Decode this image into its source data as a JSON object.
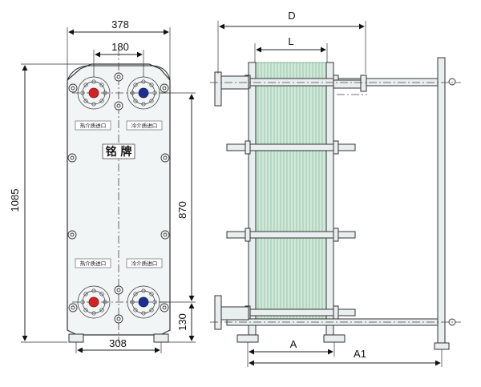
{
  "front_view": {
    "dimensions": {
      "overall_width": "378",
      "port_spacing": "180",
      "overall_height": "1085",
      "vertical_port_spacing": "870",
      "lower_port_height": "130",
      "foot_spacing": "308"
    },
    "nameplate": "铭 牌",
    "port_labels": {
      "hot_inlet_upper": "热介质进口",
      "cold_inlet_upper": "冷介质进口",
      "hot_inlet_lower": "热介质进口",
      "cold_inlet_lower": "冷介质进口"
    },
    "colors": {
      "hot": "#d62222",
      "cold": "#1f2f8f",
      "frame": "#f1f5f5",
      "plates": "#cfe8d8"
    }
  },
  "side_view": {
    "dimensions": {
      "pack_length": "D",
      "plate_length": "L",
      "foot_to_foot": "A",
      "to_support": "A1"
    }
  }
}
